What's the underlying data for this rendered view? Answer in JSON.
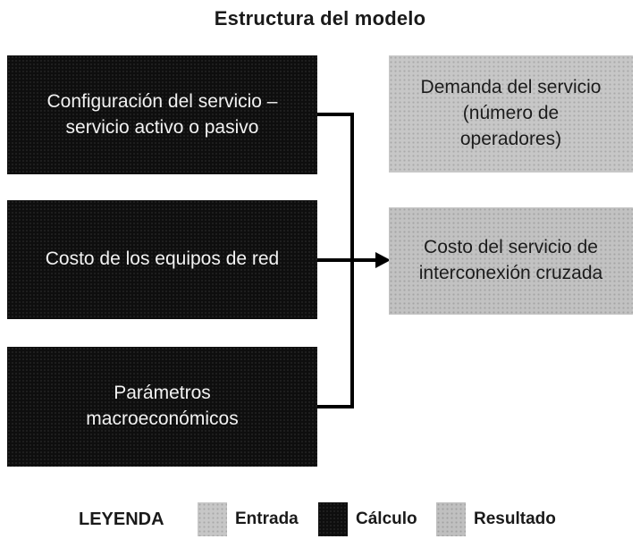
{
  "title": "Estructura del modelo",
  "palette": {
    "calculo_fill": "#0e0e0e",
    "entrada_fill": "#c7c7c7",
    "resultado_fill": "#c2c2c2",
    "connector_color": "#000000",
    "text_on_dark": "#f2f2f2",
    "text_on_light": "#1c1c1c"
  },
  "boxes": {
    "configuracion": "Configuración del servicio –\nservicio activo o pasivo",
    "costo_equipos": "Costo de los equipos de red",
    "parametros": "Parámetros\nmacroeconómicos",
    "demanda": "Demanda del servicio\n(número de\noperadores)",
    "costo_servicio": "Costo del servicio de\ninterconexión cruzada"
  },
  "legend": {
    "title": "LEYENDA",
    "items": [
      {
        "label": "Entrada",
        "color": "#c7c7c7"
      },
      {
        "label": "Cálculo",
        "color": "#0e0e0e"
      },
      {
        "label": "Resultado",
        "color": "#c0c0c0"
      }
    ]
  }
}
